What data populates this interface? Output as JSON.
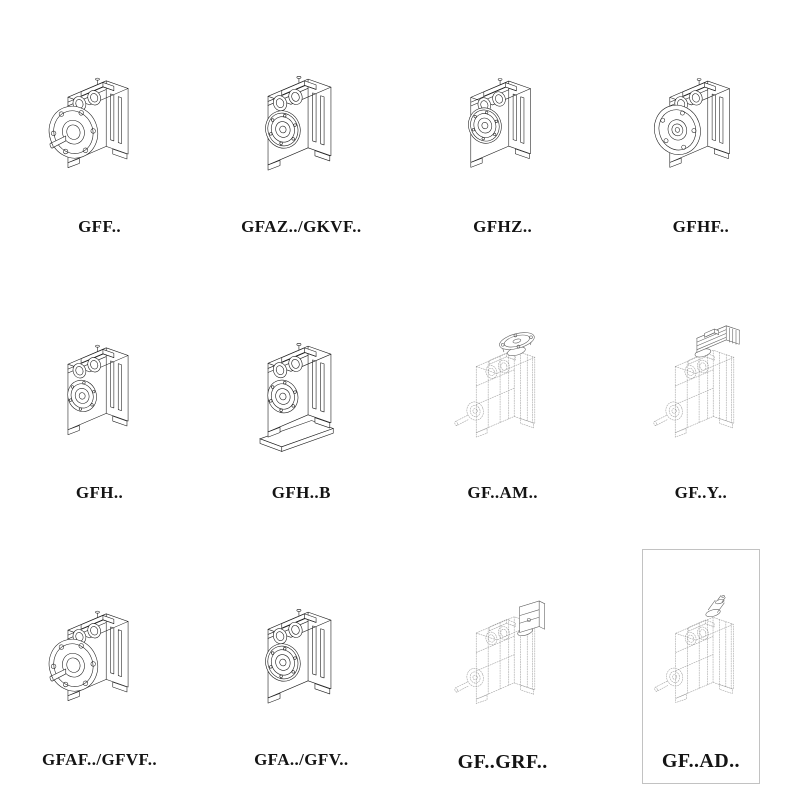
{
  "catalog": {
    "cells": [
      {
        "label": "GFF..",
        "drawing": "flange-mounted-gear-unit-with-solid-shaft"
      },
      {
        "label": "GFAZ../GKVF..",
        "drawing": "shaft-mounted-gear-unit"
      },
      {
        "label": "GFHZ..",
        "drawing": "hollow-shaft-gear-unit"
      },
      {
        "label": "GFHF..",
        "drawing": "flange-mounted-hollow-shaft-gear-unit"
      },
      {
        "label": "GFH..",
        "drawing": "hollow-shaft-gear-unit"
      },
      {
        "label": "GFH..B",
        "drawing": "foot-mounted-gear-unit-with-baseplate"
      },
      {
        "label": "GF..AM..",
        "drawing": "gear-unit-with-motor-adapter-flange"
      },
      {
        "label": "GF..Y..",
        "drawing": "gear-unit-with-mounted-motor"
      },
      {
        "label": "GFAF../GFVF..",
        "drawing": "flange-mounted-gear-unit-with-solid-shaft"
      },
      {
        "label": "GFA../GFV..",
        "drawing": "shaft-mounted-gear-unit"
      },
      {
        "label": "GF..GRF..",
        "drawing": "gear-unit-with-input-housing"
      },
      {
        "label": "GF..AD..",
        "drawing": "gear-unit-with-input-shaft-adapter"
      }
    ]
  },
  "colors": {
    "background": "#ffffff",
    "solid_line": "#1f1f1f",
    "dashed_line": "#9b9b9b",
    "attachment_line": "#5f5f5f",
    "label_text": "#141414"
  }
}
